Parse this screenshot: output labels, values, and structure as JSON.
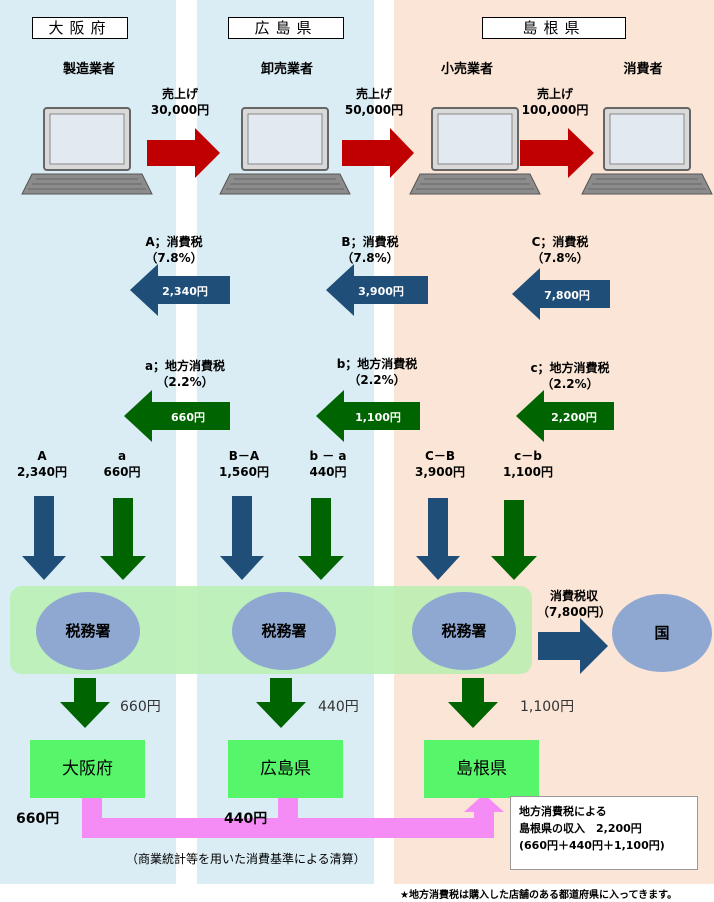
{
  "headers": {
    "osaka": "大阪府",
    "hiroshima": "広島県",
    "shimane": "島根県"
  },
  "roles": {
    "manufacturer": "製造業者",
    "wholesaler": "卸売業者",
    "retailer": "小売業者",
    "consumer": "消費者"
  },
  "sales": [
    {
      "label": "売上げ",
      "amount": "30,000円"
    },
    {
      "label": "売上げ",
      "amount": "50,000円"
    },
    {
      "label": "売上げ",
      "amount": "100,000円"
    }
  ],
  "consumption_tax": [
    {
      "label": "A；消費税",
      "rate": "（7.8%）",
      "value": "2,340円"
    },
    {
      "label": "B；消費税",
      "rate": "（7.8%）",
      "value": "3,900円"
    },
    {
      "label": "C；消費税",
      "rate": "（7.8%）",
      "value": "7,800円"
    }
  ],
  "local_tax": [
    {
      "label": "a；地方消費税",
      "rate": "（2.2%）",
      "value": "660円"
    },
    {
      "label": "b；地方消費税",
      "rate": "（2.2%）",
      "value": "1,100円"
    },
    {
      "label": "c；地方消費税",
      "rate": "（2.2%）",
      "value": "2,200円"
    }
  ],
  "payments": [
    {
      "letter": "A",
      "amount": "2,340円"
    },
    {
      "letter": "a",
      "amount": "660円"
    },
    {
      "letter": "B－A",
      "amount": "1,560円"
    },
    {
      "letter": "b － a",
      "amount": "440円"
    },
    {
      "letter": "C－B",
      "amount": "3,900円"
    },
    {
      "letter": "c－b",
      "amount": "1,100円"
    }
  ],
  "tax_office": "税務署",
  "national": {
    "label": "国",
    "caption": "消費税収",
    "amount": "（7,800円）"
  },
  "transfers": [
    "660円",
    "440円",
    "1,100円"
  ],
  "prefectures": [
    "大阪府",
    "広島県",
    "島根県"
  ],
  "settlement": {
    "left_amount": "660円",
    "mid_amount": "440円",
    "caption": "（商業統計等を用いた消費基準による清算）"
  },
  "income_box": {
    "line1": "地方消費税による",
    "line2": "島根県の収入　2,200円",
    "line3": "(660円＋440円＋1,100円)"
  },
  "footnote": "★地方消費税は購入した店舗のある都道府県に入ってきます。",
  "colors": {
    "sales_arrow": "#c00000",
    "tax_arrow": "#1f4e79",
    "local_arrow": "#006400",
    "osaka_bg": "#daedf4",
    "shimane_bg": "#fbe5d6",
    "pink_arrow": "#f58bf5"
  }
}
